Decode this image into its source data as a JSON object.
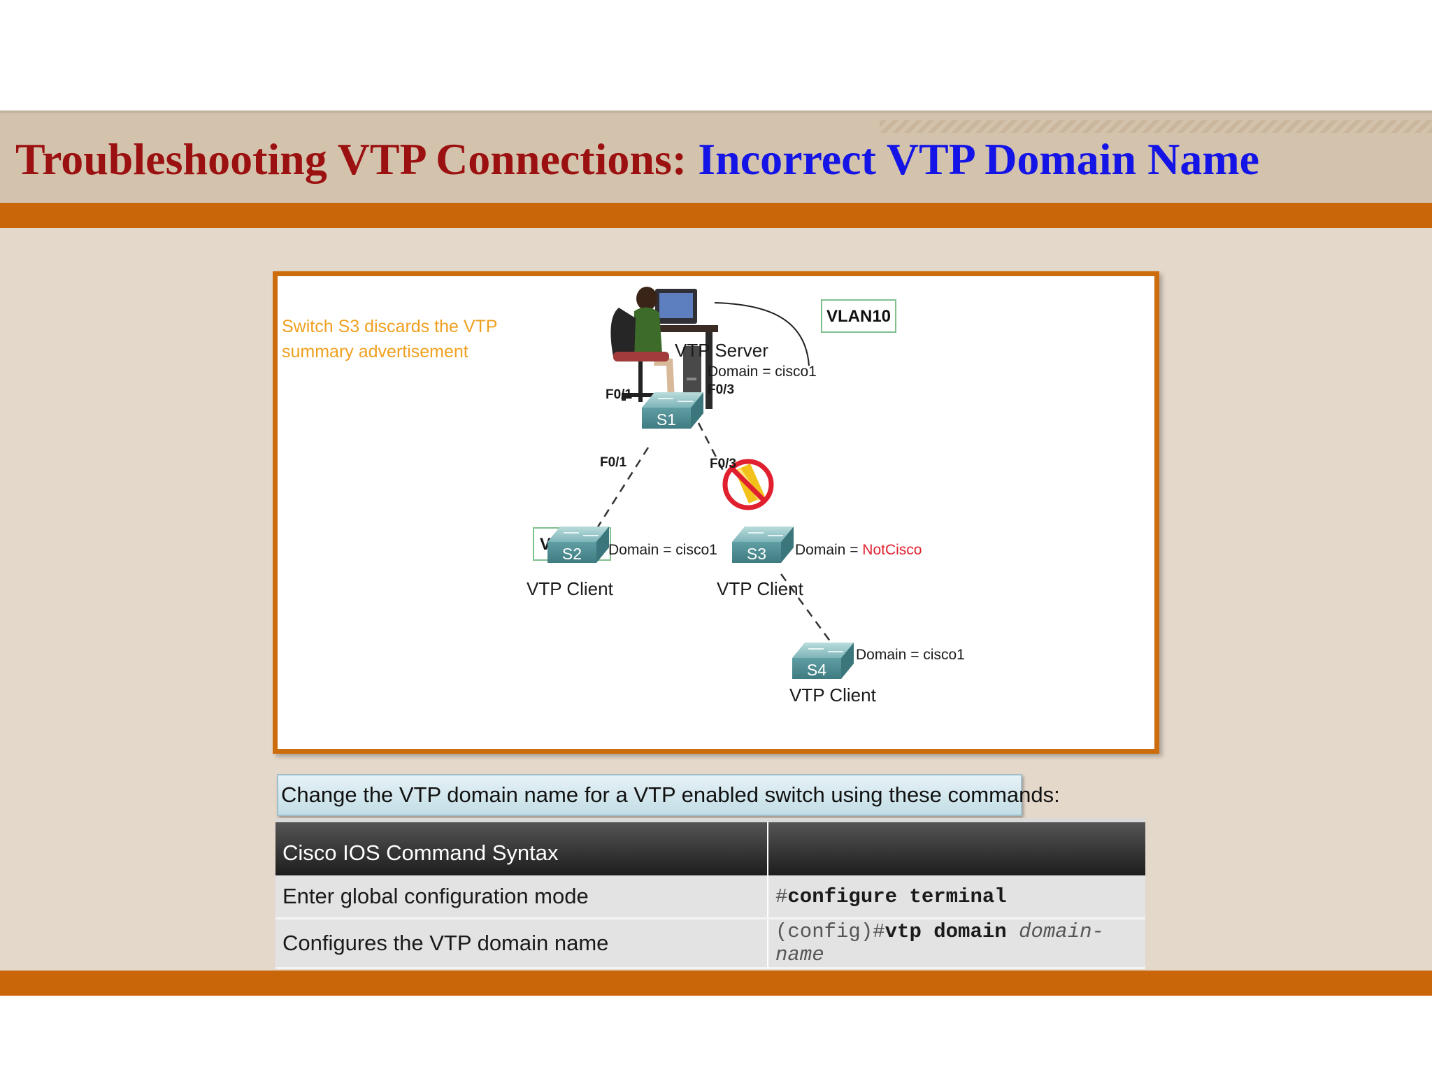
{
  "slide": {
    "title_part1": "Troubleshooting VTP Connections: ",
    "title_part2": "Incorrect VTP Domain Name"
  },
  "diagram": {
    "note_line1": "Switch S3 discards the VTP",
    "note_line2": "summary advertisement",
    "vlan_server": "VLAN10",
    "vlan_s2": "VLAN10",
    "s1": {
      "name": "S1",
      "role": "VTP Server",
      "domain": "Domain = cisco1"
    },
    "s2": {
      "name": "S2",
      "role": "VTP Client",
      "domain": "Domain = cisco1"
    },
    "s3": {
      "name": "S3",
      "role": "VTP Client",
      "domain_prefix": "Domain = ",
      "domain_value": "NotCisco"
    },
    "s4": {
      "name": "S4",
      "role": "VTP Client",
      "domain": "Domain = cisco1"
    },
    "ports": {
      "s1_f01": "F0/1",
      "s1_f03": "F0/3",
      "s2_f01": "F0/1",
      "s3_f03": "F0/3"
    },
    "colors": {
      "note": "#f0a020",
      "error_domain": "#e0202e",
      "switch": "#4d9096",
      "frame": "#cc6d0d"
    }
  },
  "caption": "Change the VTP domain name for a VTP enabled switch using these commands:",
  "table": {
    "headers": [
      "Cisco IOS Command Syntax",
      ""
    ],
    "rows": [
      {
        "desc": "Enter global configuration mode",
        "prompt": "#",
        "cmd": "configure terminal",
        "arg": ""
      },
      {
        "desc": "Configures the VTP domain name",
        "prompt": "(config)#",
        "cmd": "vtp domain",
        "arg": "domain-name"
      }
    ]
  }
}
